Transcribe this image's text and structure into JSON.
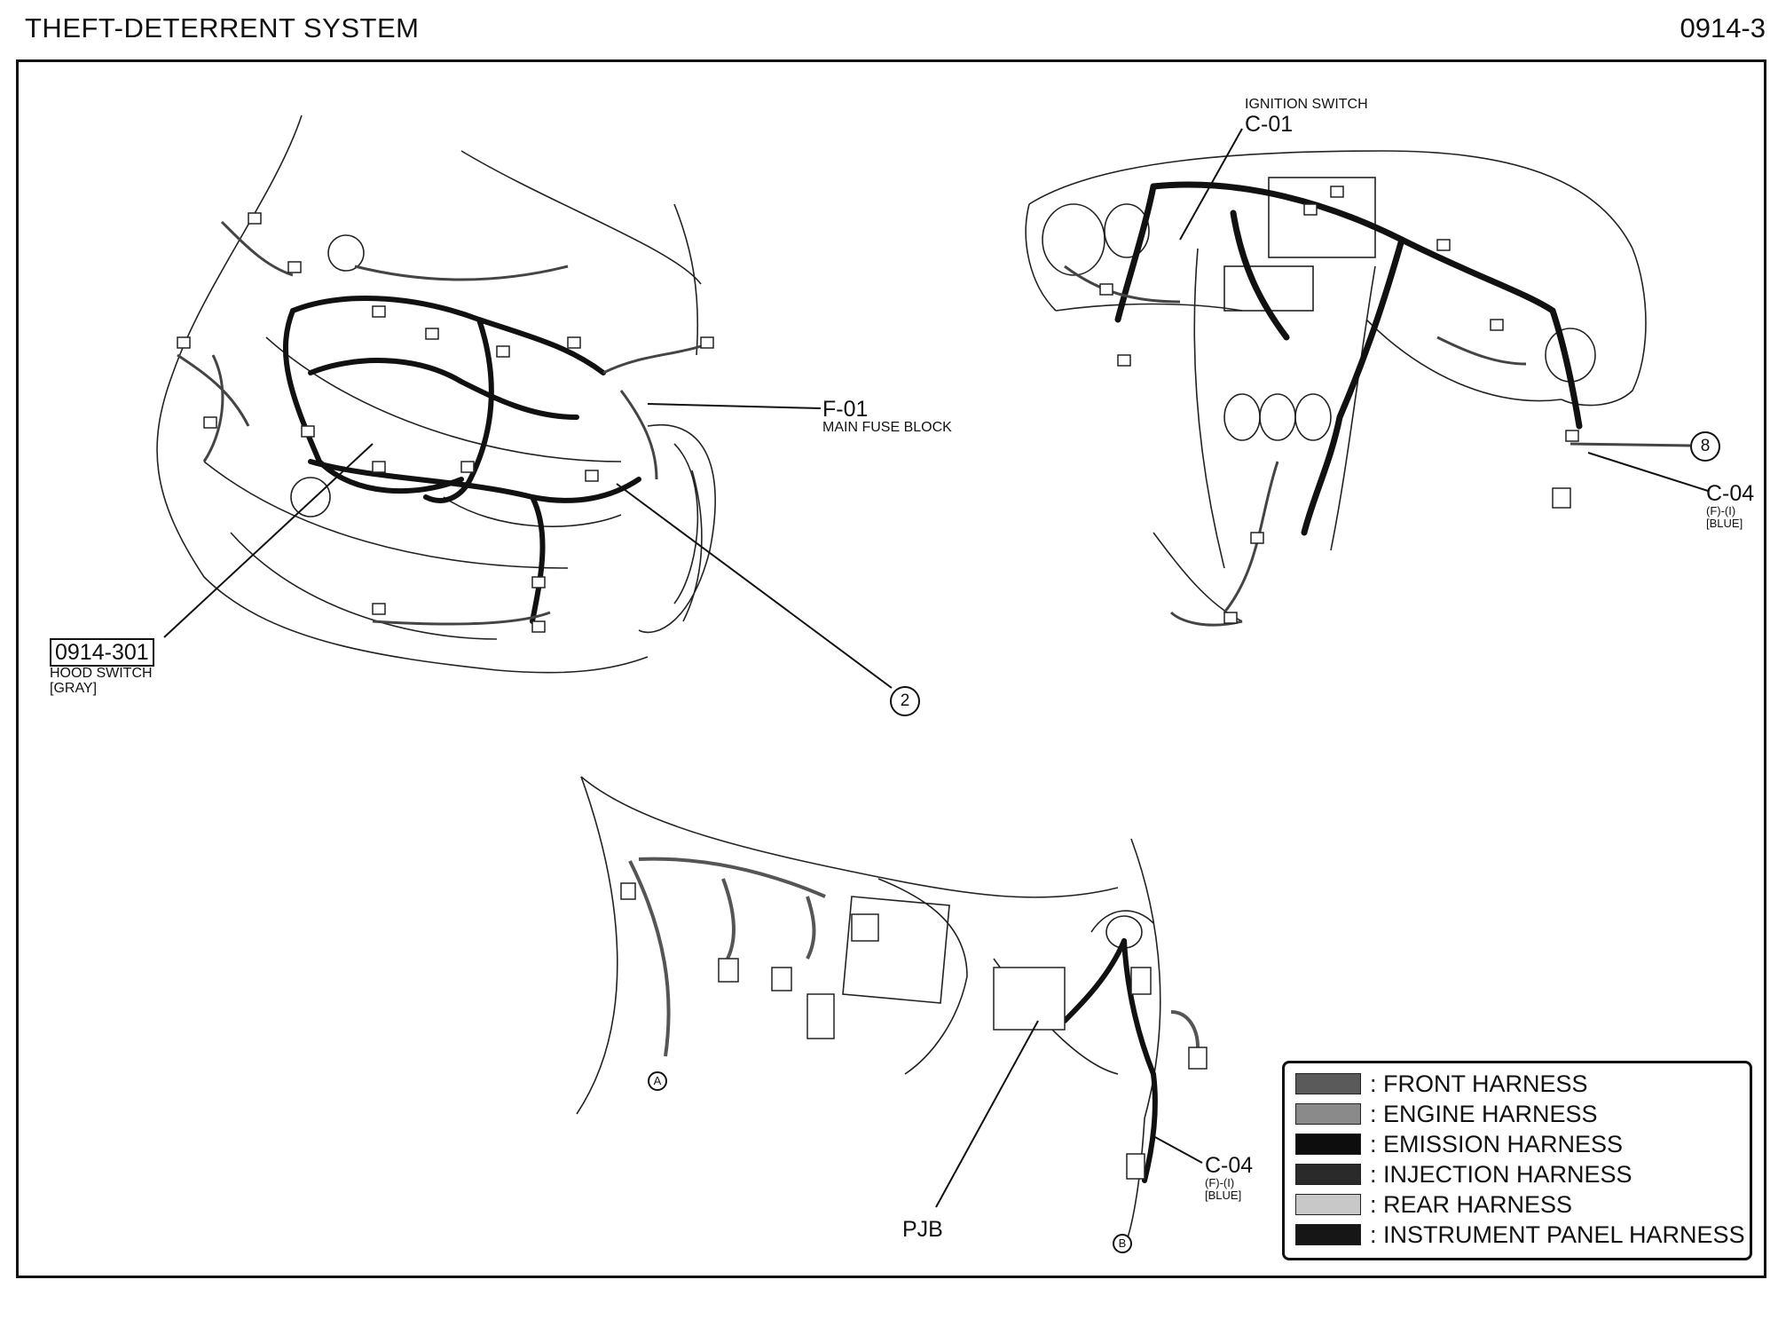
{
  "header": {
    "title": "THEFT-DETERRENT SYSTEM",
    "page_number": "0914-3"
  },
  "callouts": {
    "f01": {
      "code": "F-01",
      "name": "MAIN FUSE BLOCK"
    },
    "hood": {
      "code": "0914-301",
      "name": "HOOD SWITCH",
      "color": "[GRAY]"
    },
    "circle_2": "2",
    "ignition": {
      "name": "IGNITION SWITCH",
      "code": "C-01"
    },
    "circle_8": "8",
    "c04_top": {
      "code": "C-04",
      "detail": "(F)-(I)",
      "color": "[BLUE]"
    },
    "c04_bottom": {
      "code": "C-04",
      "detail": "(F)-(I)",
      "color": "[BLUE]"
    },
    "pjb": "PJB",
    "circle_a": "A",
    "circle_b": "B"
  },
  "legend": {
    "items": [
      {
        "label": ": FRONT HARNESS",
        "swatch": "#5a5a5a",
        "icon": "front-harness-swatch"
      },
      {
        "label": ": ENGINE HARNESS",
        "swatch": "#8a8a8a",
        "icon": "engine-harness-swatch"
      },
      {
        "label": ": EMISSION HARNESS",
        "swatch": "#0d0d0d",
        "icon": "emission-harness-swatch"
      },
      {
        "label": ": INJECTION HARNESS",
        "swatch": "#2a2a2a",
        "icon": "injection-harness-swatch"
      },
      {
        "label": ": REAR HARNESS",
        "swatch": "#c8c8c8",
        "icon": "rear-harness-swatch"
      },
      {
        "label": ": INSTRUMENT PANEL HARNESS",
        "swatch": "#161616",
        "icon": "instrument-panel-harness-swatch"
      }
    ]
  }
}
